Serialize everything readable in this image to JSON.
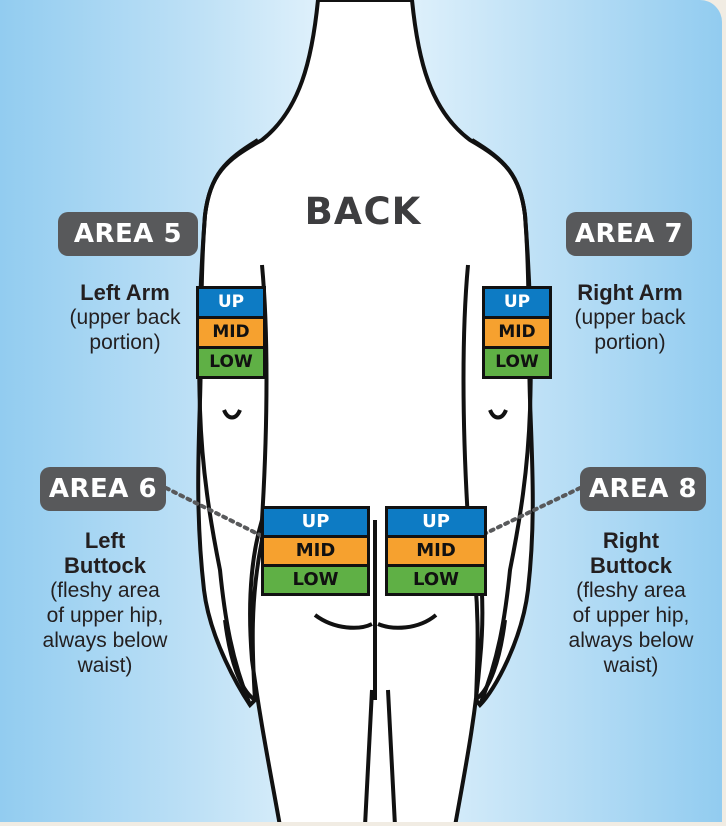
{
  "title": "BACK",
  "colors": {
    "up": "#0d7bc4",
    "mid": "#f6a12f",
    "low": "#5fb045",
    "pill": "#58595b"
  },
  "bands": {
    "up": "UP",
    "mid": "MID",
    "low": "LOW"
  },
  "areas": [
    {
      "pill": "AREA 5",
      "name": "Left Arm",
      "desc": [
        "(upper back",
        "portion)"
      ]
    },
    {
      "pill": "AREA 7",
      "name": "Right Arm",
      "desc": [
        "(upper back",
        "portion)"
      ]
    },
    {
      "pill": "AREA 6",
      "name": [
        "Left",
        "Buttock"
      ],
      "desc": [
        "(fleshy area",
        "of upper hip,",
        "always below",
        "waist)"
      ]
    },
    {
      "pill": "AREA 8",
      "name": [
        "Right",
        "Buttock"
      ],
      "desc": [
        "(fleshy area",
        "of upper hip,",
        "always below",
        "waist)"
      ]
    }
  ]
}
